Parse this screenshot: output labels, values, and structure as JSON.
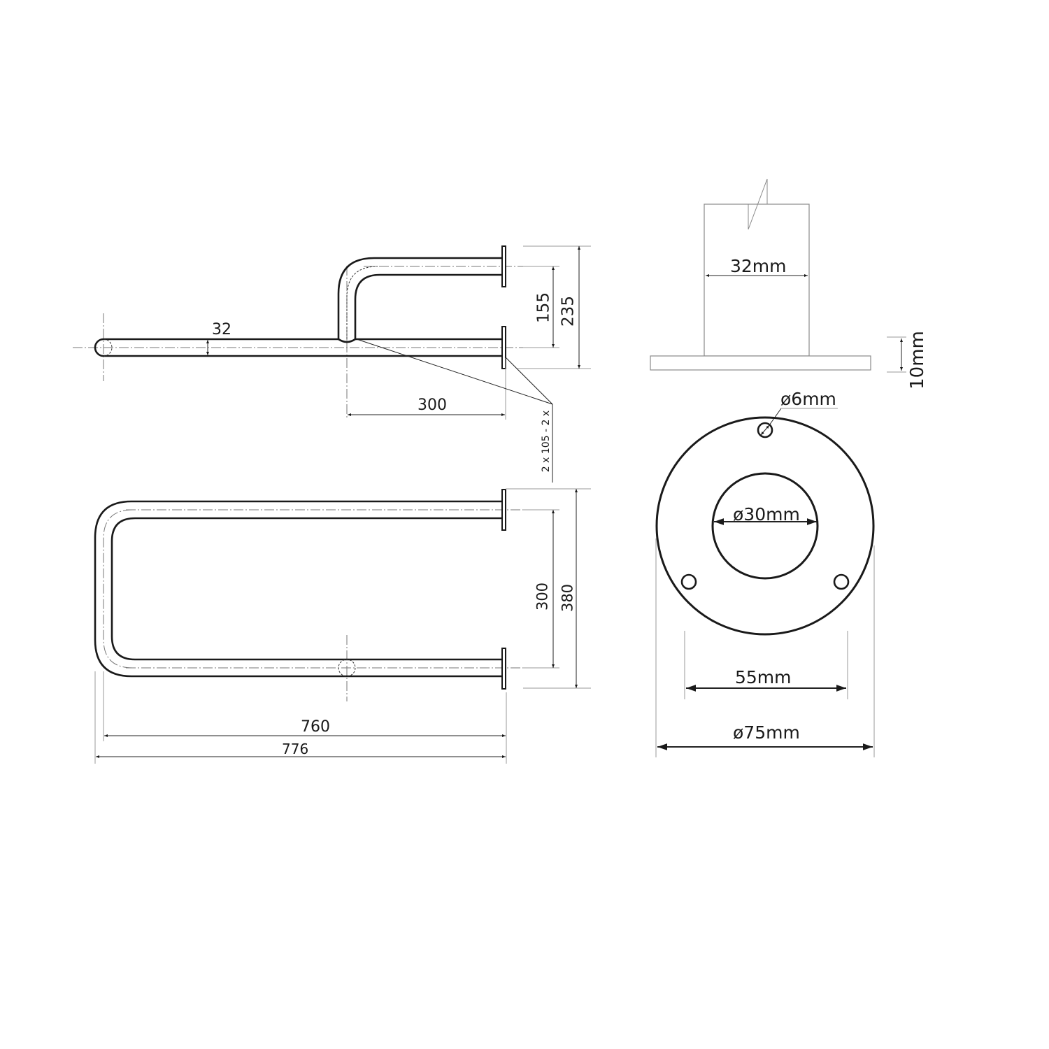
{
  "drawing": {
    "type": "technical-drawing",
    "subject": "U-shaped grab bar with wall flanges",
    "top_view": {
      "tube_diameter_label": "32",
      "spacing_155_label": "155",
      "spacing_235_label": "235",
      "offset_300_label": "300",
      "weld_note_label": "2 x 105 - 2 x"
    },
    "front_view": {
      "centre_spacing_label": "300",
      "overall_height_label": "380",
      "centre_length_label": "760",
      "overall_length_label": "776"
    },
    "flange_side": {
      "tube_width_label": "32mm",
      "plate_thickness_label": "10mm"
    },
    "flange_plan": {
      "hole_diameter_label": "ø6mm",
      "bore_diameter_label": "ø30mm",
      "hole_spacing_label": "55mm",
      "outer_diameter_label": "ø75mm"
    }
  }
}
